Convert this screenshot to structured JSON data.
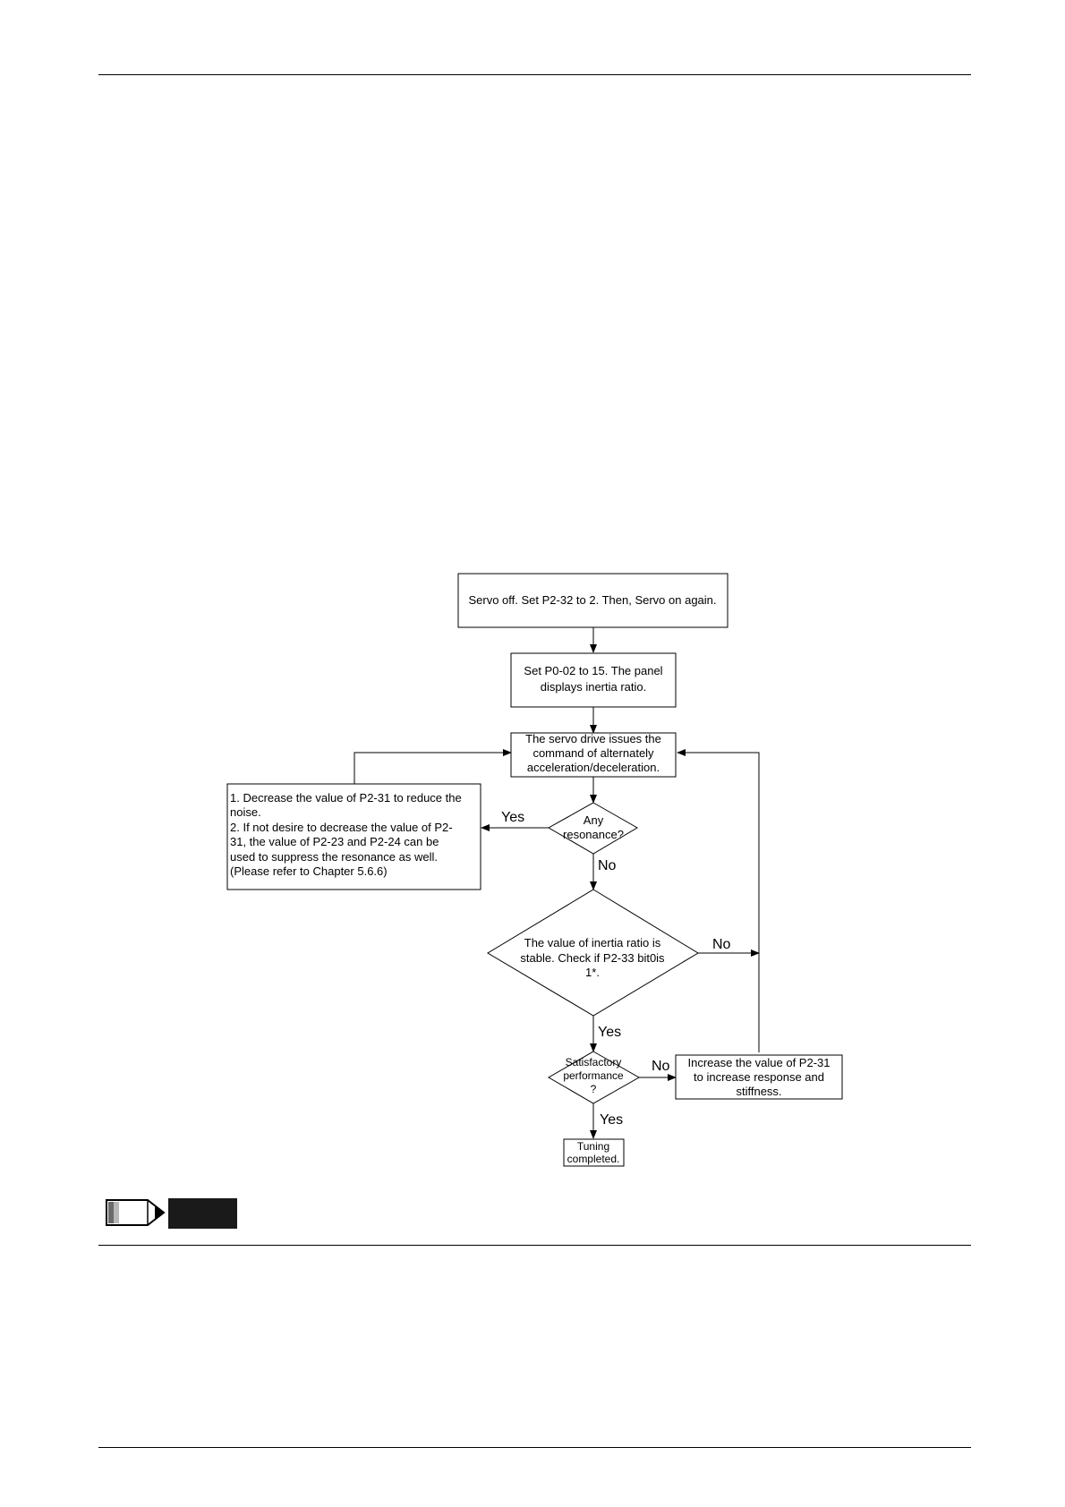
{
  "flowchart": {
    "nodes": {
      "servo_off": "Servo off. Set P2-32 to 2. Then, Servo on again.",
      "set_p002": [
        "Set P0-02 to 15. The panel",
        "displays inertia ratio."
      ],
      "servo_issues": [
        "The servo drive issues the",
        "command of alternately",
        "acceleration/deceleration."
      ],
      "decrease": [
        "1. Decrease the value of P2-31 to reduce the",
        "noise.",
        "2. If not desire to decrease the value of P2-",
        "31, the value of P2-23 and P2-24 can be",
        "used to suppress the resonance as well.",
        "(Please refer to Chapter 5.6.6)"
      ],
      "any_resonance": [
        "Any",
        "resonance?"
      ],
      "inertia_stable": [
        "The value of inertia ratio is",
        "stable.  Check if P2-33 bit0is",
        "1*."
      ],
      "satisfactory": [
        "Satisfactory",
        "performance",
        "?"
      ],
      "increase": [
        "Increase the value of P2-31",
        "to increase response and",
        "stiffness."
      ],
      "tuning_completed": [
        "Tuning",
        "completed."
      ]
    },
    "labels": {
      "yes_resonance": "Yes",
      "no_resonance": "No",
      "no_stable": "No",
      "yes_stable": "Yes",
      "no_satisfactory": "No",
      "yes_satisfactory": "Yes"
    }
  },
  "note": {
    "icon": "pencil-note-icon",
    "tag_color": "#1a1a1a"
  }
}
